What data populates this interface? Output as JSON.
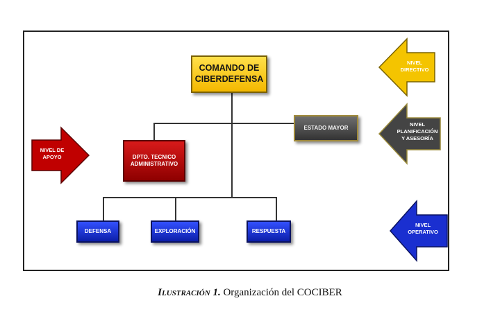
{
  "nodes": {
    "command": "COMANDO DE\nCIBERDEFENSA",
    "staff": "ESTADO MAYOR",
    "dpto": "DPTO. TECNICO\nADMINISTRATIVO",
    "defensa": "DEFENSA",
    "exploracion": "EXPLORACIÓN",
    "respuesta": "RESPUESTA"
  },
  "levels": {
    "directivo": "NIVEL\nDIRECTIVO",
    "planificacion": "NIVEL\nPLANIFICACIÓN\nY ASESORÍA",
    "apoyo": "NIVEL DE\nAPOYO",
    "operativo": "NIVEL\nOPERATIVO"
  },
  "colors": {
    "command": "#f4b800",
    "staff": "#3a3a3a",
    "support": "#c00000",
    "operational": "#1a2fd0",
    "directive_arrow": "#f4c400",
    "planning_arrow": "#444444"
  },
  "caption": {
    "label": "Ilustración 1.",
    "text": " Organización del COCIBER"
  }
}
